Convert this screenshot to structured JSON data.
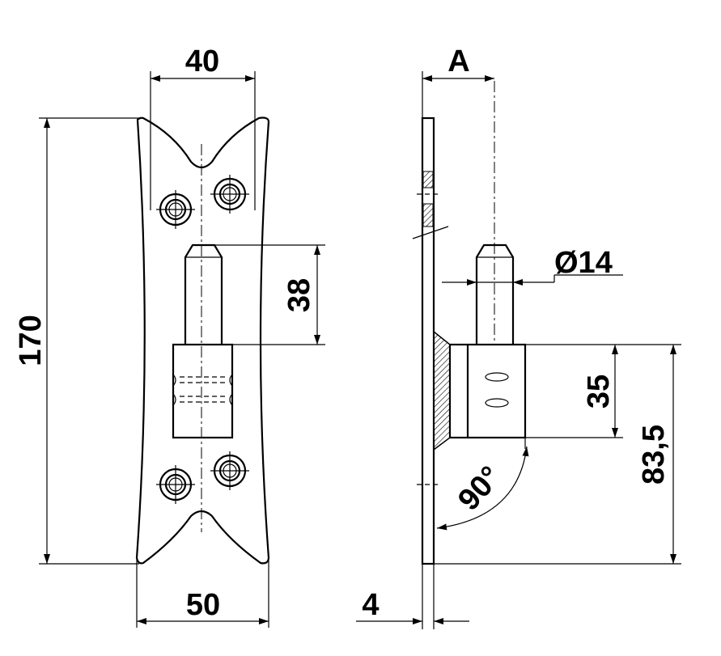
{
  "dimensions": {
    "width_top": "40",
    "width_bottom": "50",
    "height_total": "170",
    "pin_length": "38",
    "offset_a": "A",
    "pin_diameter": "Ø14",
    "thickness": "4",
    "sleeve_height": "35",
    "pin_height": "83,5",
    "angle": "90°"
  }
}
